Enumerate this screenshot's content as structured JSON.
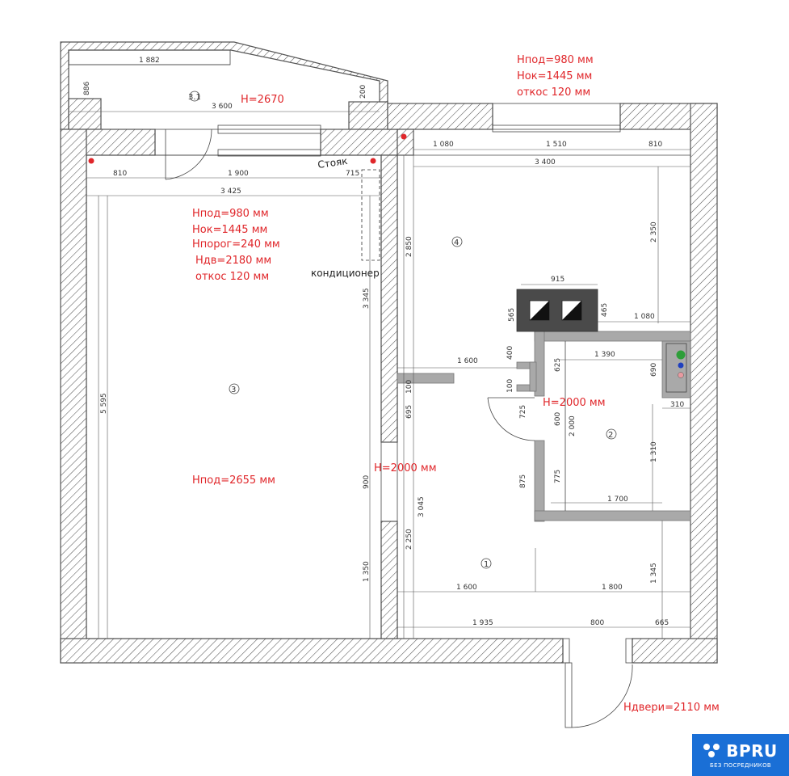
{
  "balcony": {
    "width_dim": "1 882",
    "depth_dim": "886",
    "side_dim": "200",
    "length_dim": "3 600",
    "room_mark": "3.1",
    "height_note": "H=2670"
  },
  "kitchen_window": {
    "line1": "Hпод=980 мм",
    "line2": "Hок=1445 мм",
    "line3": "откос 120 мм"
  },
  "living_window": {
    "line1": "Hпод=980 мм",
    "line2": "Hок=1445 мм",
    "line3": "Hпорог=240 мм",
    "line4": "Hдв=2180 мм",
    "line5": "откос 120 мм"
  },
  "living_room": {
    "mark": "3",
    "height_note": "Hпод=2655 мм",
    "dims": {
      "top_810": "810",
      "top_1900": "1 900",
      "top_715": "715",
      "width_3425": "3 425",
      "left_5595": "5 595",
      "right_3345": "3 345",
      "right_900": "900",
      "right_1350": "1 350"
    },
    "riser_label": "Стояк",
    "ac_label": "кондиционер"
  },
  "kitchen": {
    "mark": "4",
    "dims": {
      "top_1080": "1 080",
      "top_1510": "1 510",
      "top_810": "810",
      "width_3400": "3 400",
      "left_2850": "2 850",
      "right_2350": "2 350",
      "shaft_915": "915",
      "shaft_565": "565",
      "shaft_465": "465",
      "shaft_1080": "1 080"
    }
  },
  "bathroom": {
    "mark": "2",
    "door_height": "H=2000 мм",
    "dims": {
      "top_1390": "1 390",
      "v_690": "690",
      "w_310": "310",
      "v_625": "625",
      "v_600": "600",
      "v_2000": "2 000",
      "v_1310": "1 310",
      "v_775": "775",
      "bottom_1700": "1 700"
    }
  },
  "hallway": {
    "mark": "1",
    "door_height": "H=2000 мм",
    "entry_door_height": "Hдвери=2110 мм",
    "dims": {
      "h_1600_upper": "1 600",
      "v_400": "400",
      "v_100_a": "100",
      "v_100_b": "100",
      "v_695": "695",
      "v_725": "725",
      "v_875": "875",
      "v_3045": "3 045",
      "v_2250": "2 250",
      "h_1600_lower": "1 600",
      "h_1800": "1 800",
      "v_1345": "1 345",
      "h_1935": "1 935",
      "h_800": "800",
      "h_665": "665"
    }
  },
  "logo": {
    "brand": "BPRU",
    "tagline": "БЕЗ ПОСРЕДНИКОВ"
  },
  "colors": {
    "red": "#e0262a",
    "hatch": "#555555",
    "gray_wall": "#a9a9a9",
    "dot_green": "#2e9e3a",
    "dot_blue": "#1f3fbf",
    "dot_pink": "#e89aa0",
    "logo_blue": "#1a6fd6"
  }
}
